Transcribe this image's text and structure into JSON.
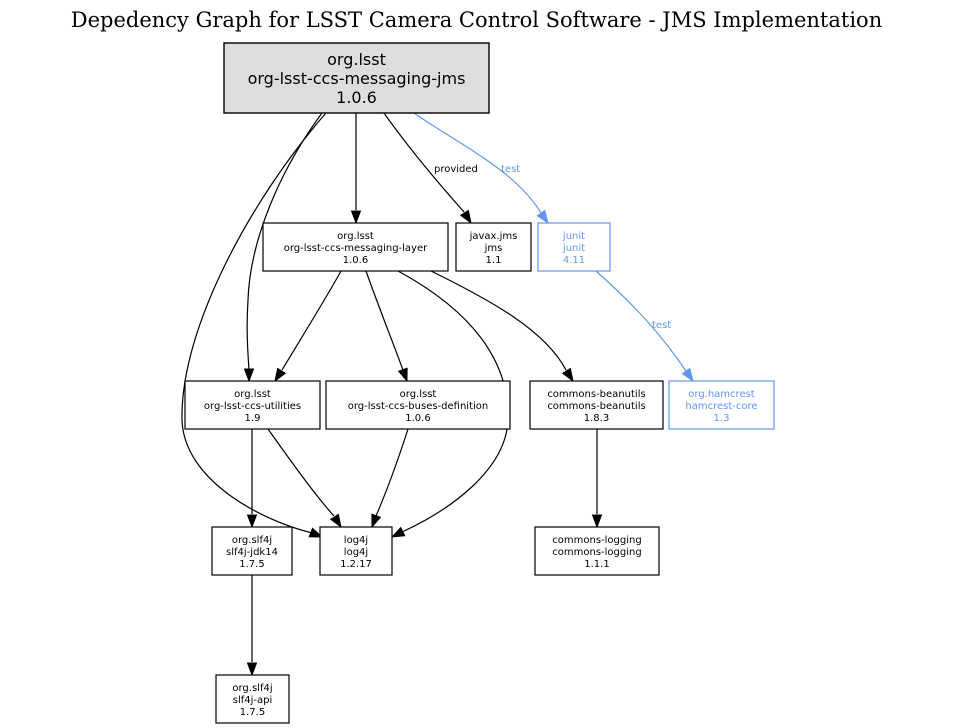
{
  "title": "Depedency Graph for LSST Camera Control Software - JMS Implementation",
  "colors": {
    "default_stroke": "#000000",
    "root_fill": "#dddddd",
    "test_scope": "#6495ed"
  },
  "nodes": [
    {
      "id": "messaging-jms",
      "lines": [
        "org.lsst",
        "org-lsst-ccs-messaging-jms",
        "1.0.6"
      ],
      "scope": "root"
    },
    {
      "id": "messaging-layer",
      "lines": [
        "org.lsst",
        "org-lsst-ccs-messaging-layer",
        "1.0.6"
      ],
      "scope": "compile"
    },
    {
      "id": "javax-jms",
      "lines": [
        "javax.jms",
        "jms",
        "1.1"
      ],
      "scope": "compile"
    },
    {
      "id": "junit",
      "lines": [
        "junit",
        "junit",
        "4.11"
      ],
      "scope": "test"
    },
    {
      "id": "utilities",
      "lines": [
        "org.lsst",
        "org-lsst-ccs-utilities",
        "1.9"
      ],
      "scope": "compile"
    },
    {
      "id": "buses-definition",
      "lines": [
        "org.lsst",
        "org-lsst-ccs-buses-definition",
        "1.0.6"
      ],
      "scope": "compile"
    },
    {
      "id": "commons-beanutils",
      "lines": [
        "commons-beanutils",
        "commons-beanutils",
        "1.8.3"
      ],
      "scope": "compile"
    },
    {
      "id": "hamcrest-core",
      "lines": [
        "org.hamcrest",
        "hamcrest-core",
        "1.3"
      ],
      "scope": "test"
    },
    {
      "id": "slf4j-jdk14",
      "lines": [
        "org.slf4j",
        "slf4j-jdk14",
        "1.7.5"
      ],
      "scope": "compile"
    },
    {
      "id": "log4j",
      "lines": [
        "log4j",
        "log4j",
        "1.2.17"
      ],
      "scope": "compile"
    },
    {
      "id": "commons-logging",
      "lines": [
        "commons-logging",
        "commons-logging",
        "1.1.1"
      ],
      "scope": "compile"
    },
    {
      "id": "slf4j-api",
      "lines": [
        "org.slf4j",
        "slf4j-api",
        "1.7.5"
      ],
      "scope": "compile"
    }
  ],
  "edges": [
    {
      "from": "messaging-jms",
      "to": "messaging-layer",
      "label": "",
      "scope": "compile"
    },
    {
      "from": "messaging-jms",
      "to": "javax-jms",
      "label": "provided",
      "scope": "provided"
    },
    {
      "from": "messaging-jms",
      "to": "junit",
      "label": "test",
      "scope": "test"
    },
    {
      "from": "messaging-jms",
      "to": "utilities",
      "label": "",
      "scope": "compile"
    },
    {
      "from": "messaging-jms",
      "to": "log4j",
      "label": "",
      "scope": "compile"
    },
    {
      "from": "messaging-layer",
      "to": "utilities",
      "label": "",
      "scope": "compile"
    },
    {
      "from": "messaging-layer",
      "to": "buses-definition",
      "label": "",
      "scope": "compile"
    },
    {
      "from": "messaging-layer",
      "to": "commons-beanutils",
      "label": "",
      "scope": "compile"
    },
    {
      "from": "messaging-layer",
      "to": "log4j",
      "label": "",
      "scope": "compile"
    },
    {
      "from": "junit",
      "to": "hamcrest-core",
      "label": "test",
      "scope": "test"
    },
    {
      "from": "utilities",
      "to": "slf4j-jdk14",
      "label": "",
      "scope": "compile"
    },
    {
      "from": "utilities",
      "to": "log4j",
      "label": "",
      "scope": "compile"
    },
    {
      "from": "buses-definition",
      "to": "log4j",
      "label": "",
      "scope": "compile"
    },
    {
      "from": "commons-beanutils",
      "to": "commons-logging",
      "label": "",
      "scope": "compile"
    },
    {
      "from": "slf4j-jdk14",
      "to": "slf4j-api",
      "label": "",
      "scope": "compile"
    }
  ]
}
